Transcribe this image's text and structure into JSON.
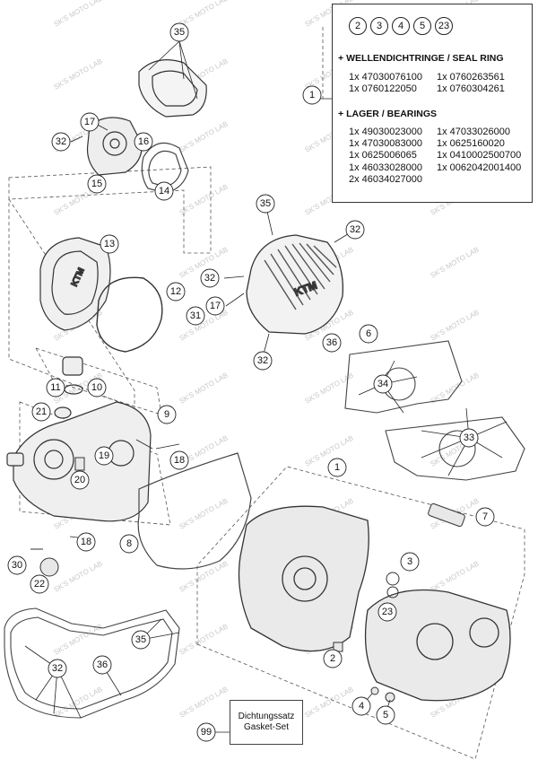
{
  "legend": {
    "bubbles": [
      "2",
      "3",
      "4",
      "5",
      "23"
    ],
    "callout": "1",
    "seal_heading": "WELLENDICHTRINGE / SEAL RING",
    "seal_items": [
      "1x 47030076100",
      "1x 0760263561",
      "1x 0760122050",
      "1x 0760304261"
    ],
    "bearing_heading": "LAGER / BEARINGS",
    "bearing_items": [
      "1x 49030023000",
      "1x 47033026000",
      "1x 47030083000",
      "1x 0625160020",
      "1x 0625006065",
      "1x 0410002500700",
      "1x 46033028000",
      "1x 0062042001400",
      "2x 46034027000",
      ""
    ]
  },
  "kit": {
    "callout": "99",
    "line1": "Dichtungssatz",
    "line2": "Gasket-Set"
  },
  "watermark": "SK'S MOTO LAB",
  "callouts": [
    {
      "id": "35",
      "label": "35"
    },
    {
      "id": "17a",
      "label": "17"
    },
    {
      "id": "32a",
      "label": "32"
    },
    {
      "id": "16",
      "label": "16"
    },
    {
      "id": "15",
      "label": "15"
    },
    {
      "id": "14",
      "label": "14"
    },
    {
      "id": "13",
      "label": "13"
    },
    {
      "id": "12",
      "label": "12"
    },
    {
      "id": "35b",
      "label": "35"
    },
    {
      "id": "32b",
      "label": "32"
    },
    {
      "id": "32c",
      "label": "32"
    },
    {
      "id": "17b",
      "label": "17"
    },
    {
      "id": "31",
      "label": "31"
    },
    {
      "id": "32d",
      "label": "32"
    },
    {
      "id": "36a",
      "label": "36"
    },
    {
      "id": "6",
      "label": "6"
    },
    {
      "id": "34",
      "label": "34"
    },
    {
      "id": "33",
      "label": "33"
    },
    {
      "id": "11",
      "label": "11"
    },
    {
      "id": "10",
      "label": "10"
    },
    {
      "id": "9",
      "label": "9"
    },
    {
      "id": "21",
      "label": "21"
    },
    {
      "id": "18a",
      "label": "18"
    },
    {
      "id": "19",
      "label": "19"
    },
    {
      "id": "20",
      "label": "20"
    },
    {
      "id": "18b",
      "label": "18"
    },
    {
      "id": "8",
      "label": "8"
    },
    {
      "id": "1b",
      "label": "1"
    },
    {
      "id": "7",
      "label": "7"
    },
    {
      "id": "30",
      "label": "30"
    },
    {
      "id": "22",
      "label": "22"
    },
    {
      "id": "3",
      "label": "3"
    },
    {
      "id": "23",
      "label": "23"
    },
    {
      "id": "2",
      "label": "2"
    },
    {
      "id": "35c",
      "label": "35"
    },
    {
      "id": "32e",
      "label": "32"
    },
    {
      "id": "36b",
      "label": "36"
    },
    {
      "id": "4",
      "label": "4"
    },
    {
      "id": "5",
      "label": "5"
    }
  ]
}
